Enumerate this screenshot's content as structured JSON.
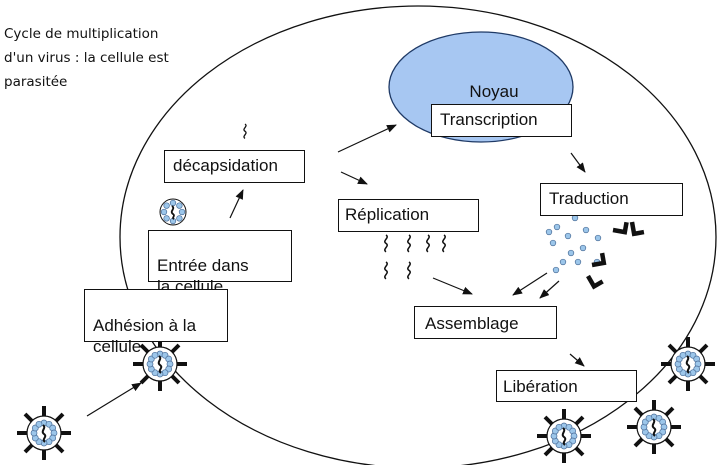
{
  "title": "Cycle de multiplication\nd'un virus : la cellule est\nparasitée",
  "nucleus_label": "Noyau",
  "steps": {
    "transcription": "Transcription",
    "decapsidation": "décapsidation",
    "replication": "Réplication",
    "traduction": "Traduction",
    "entree": "Entrée dans\nla cellule",
    "adhesion": "Adhésion à la\ncellule",
    "assemblage": "Assemblage",
    "liberation": "Libération"
  },
  "colors": {
    "nucleus_fill": "#a7c7f2",
    "nucleus_stroke": "#1f3a66",
    "capsid_dot": "#9cc6ea",
    "line": "#111111",
    "box_border": "#111111"
  },
  "icons": [
    "virus-particle-icon",
    "rna-strand-icon",
    "viral-protein-icon",
    "capsid-subunit-icon"
  ]
}
